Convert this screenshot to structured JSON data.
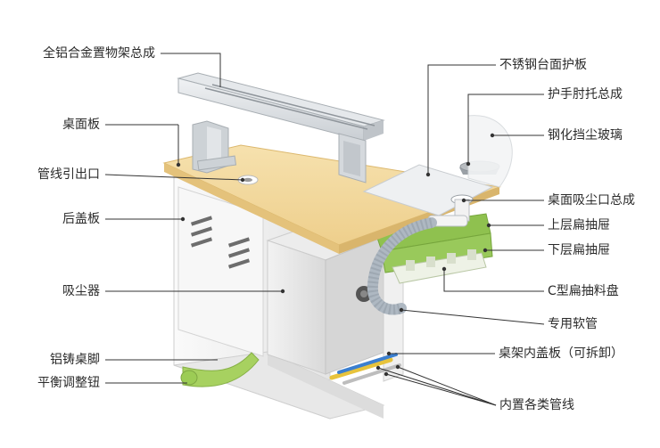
{
  "labels_left": [
    "全铝合金置物架总成",
    "桌面板",
    "管线引出口",
    "后盖板",
    "吸尘器",
    "铝铸桌脚",
    "平衡调整钮"
  ],
  "labels_right": [
    "不锈钢台面护板",
    "护手肘托总成",
    "钢化挡尘玻璃",
    "桌面吸尘口总成",
    "上层扁抽屉",
    "下层扁抽屉",
    "C型扁抽料盘",
    "专用软管",
    "桌架内盖板（可拆卸）",
    "内置各类管线"
  ],
  "colors": {
    "desktop": "#f3d9a0",
    "desktop_edge": "#e2c27d",
    "cabinet": "#f4f4f4",
    "steel_plate": "#eceef0",
    "drawer_green": "#8fc14f",
    "hose": "#aeb8c2",
    "leg_green": "#9ccc55",
    "leader": "#333333"
  }
}
